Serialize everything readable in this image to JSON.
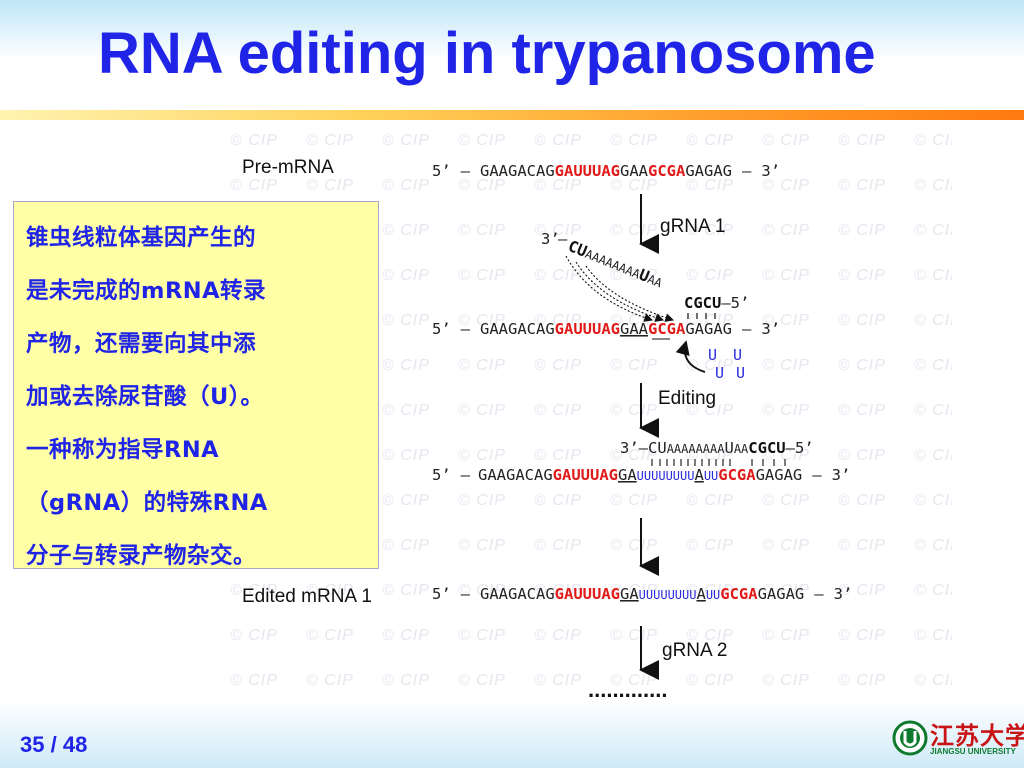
{
  "title": "RNA editing in trypanosome",
  "page": {
    "current": "35",
    "total": "48",
    "separator": "/"
  },
  "watermark": "© CIP",
  "note": {
    "lines": [
      "锥虫线粒体基因产生的",
      "是未完成的mRNA转录",
      "产物，还需要向其中添",
      "加或去除尿苷酸（U）。",
      "一种称为指导RNA",
      "（gRNA）的特殊RNA",
      "分子与转录产物杂交。"
    ]
  },
  "labels": {
    "pre_mrna": "Pre-mRNA",
    "grna1": "gRNA 1",
    "editing": "Editing",
    "edited_mrna1": "Edited mRNA 1",
    "grna2": "gRNA 2",
    "ellipsis": "............."
  },
  "sequences": {
    "prime5": "5’",
    "prime3": "3’",
    "dash": "–",
    "common_head": "GAAGACAG",
    "motif1": "GAUUUAG",
    "ga": "GA",
    "a": "A",
    "motif2": "GCGA",
    "tail": "GAGAG",
    "uu": "UU",
    "u8": "UUUUUUUU",
    "grna_cu": "CU",
    "grna_a8": "AAAAAAAA",
    "grna_u": "U",
    "grna_aa": "AA",
    "grna_cgcu": "CGCU",
    "u_insert": "U"
  },
  "logo": {
    "name": "江苏大学",
    "sub": "JIANGSU UNIVERSITY"
  },
  "colors": {
    "title": "#1f24e6",
    "motif": "#e11a1a",
    "inserted_u": "#2a2ae0",
    "note_bg": "#ffffa6"
  }
}
